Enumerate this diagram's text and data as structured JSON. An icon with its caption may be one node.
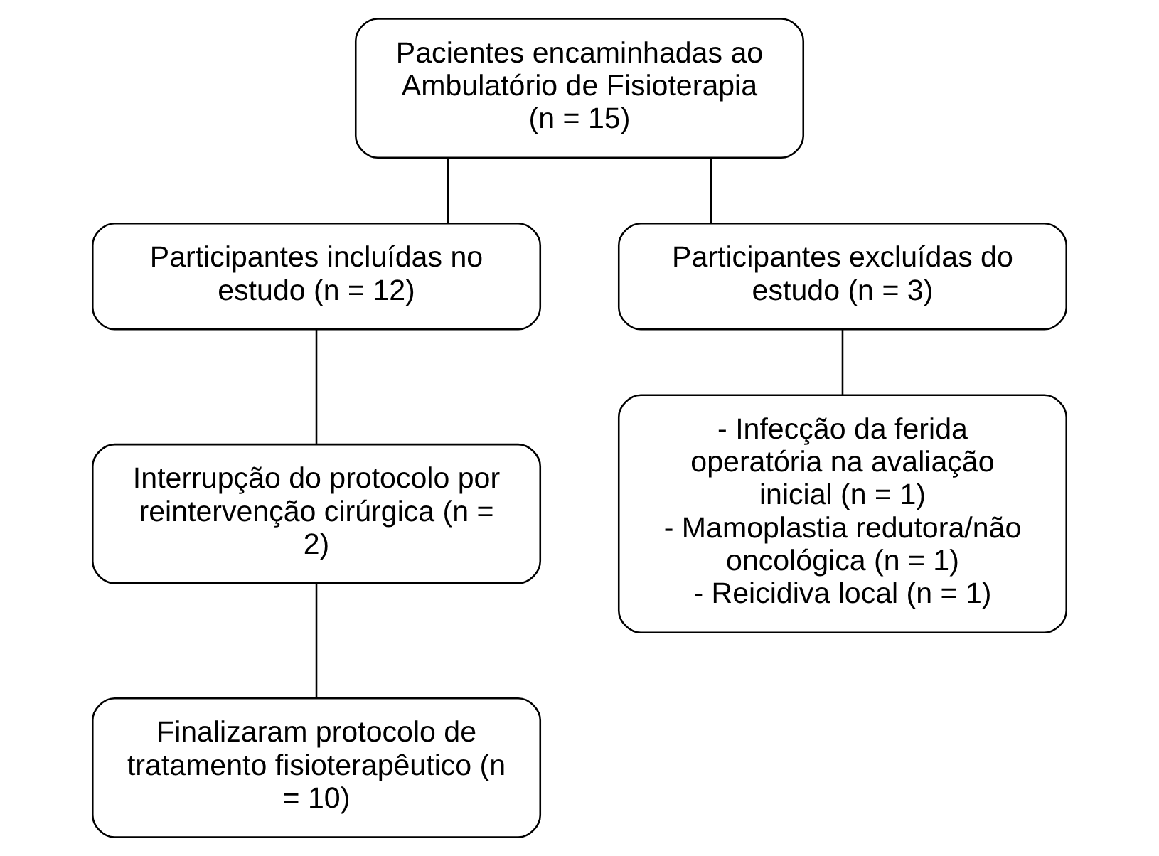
{
  "diagram": {
    "nodes": [
      {
        "text": [
          "Pacientes encaminhadas ao Ambulatório de Fisioterapia",
          "(n = 15)"
        ]
      },
      {
        "text": [
          "Participantes incluídas no estudo (n = 12)"
        ]
      },
      {
        "text": [
          "Participantes excluídas do estudo (n = 3)"
        ]
      },
      {
        "text": [
          "Interrupção do protocolo por reintervenção cirúrgica (n = 2)"
        ]
      },
      {
        "text": [
          "Finalizaram protocolo de tratamento fisioterapêutico (n = 10)"
        ]
      },
      {
        "text": [
          "- Infecção da ferida operatória na avaliação inicial (n = 1)",
          "- Mamoplastia redutora/não oncológica (n = 1)",
          "- Reicidiva local (n = 1)"
        ]
      }
    ],
    "edges": [
      {
        "from": 0,
        "to": 1,
        "arrow": "none"
      },
      {
        "from": 0,
        "to": 2,
        "arrow": "none"
      },
      {
        "from": 1,
        "to": 3,
        "arrow": "none"
      },
      {
        "from": 3,
        "to": 4,
        "arrow": "none"
      },
      {
        "from": 2,
        "to": 5,
        "arrow": "none"
      }
    ]
  }
}
